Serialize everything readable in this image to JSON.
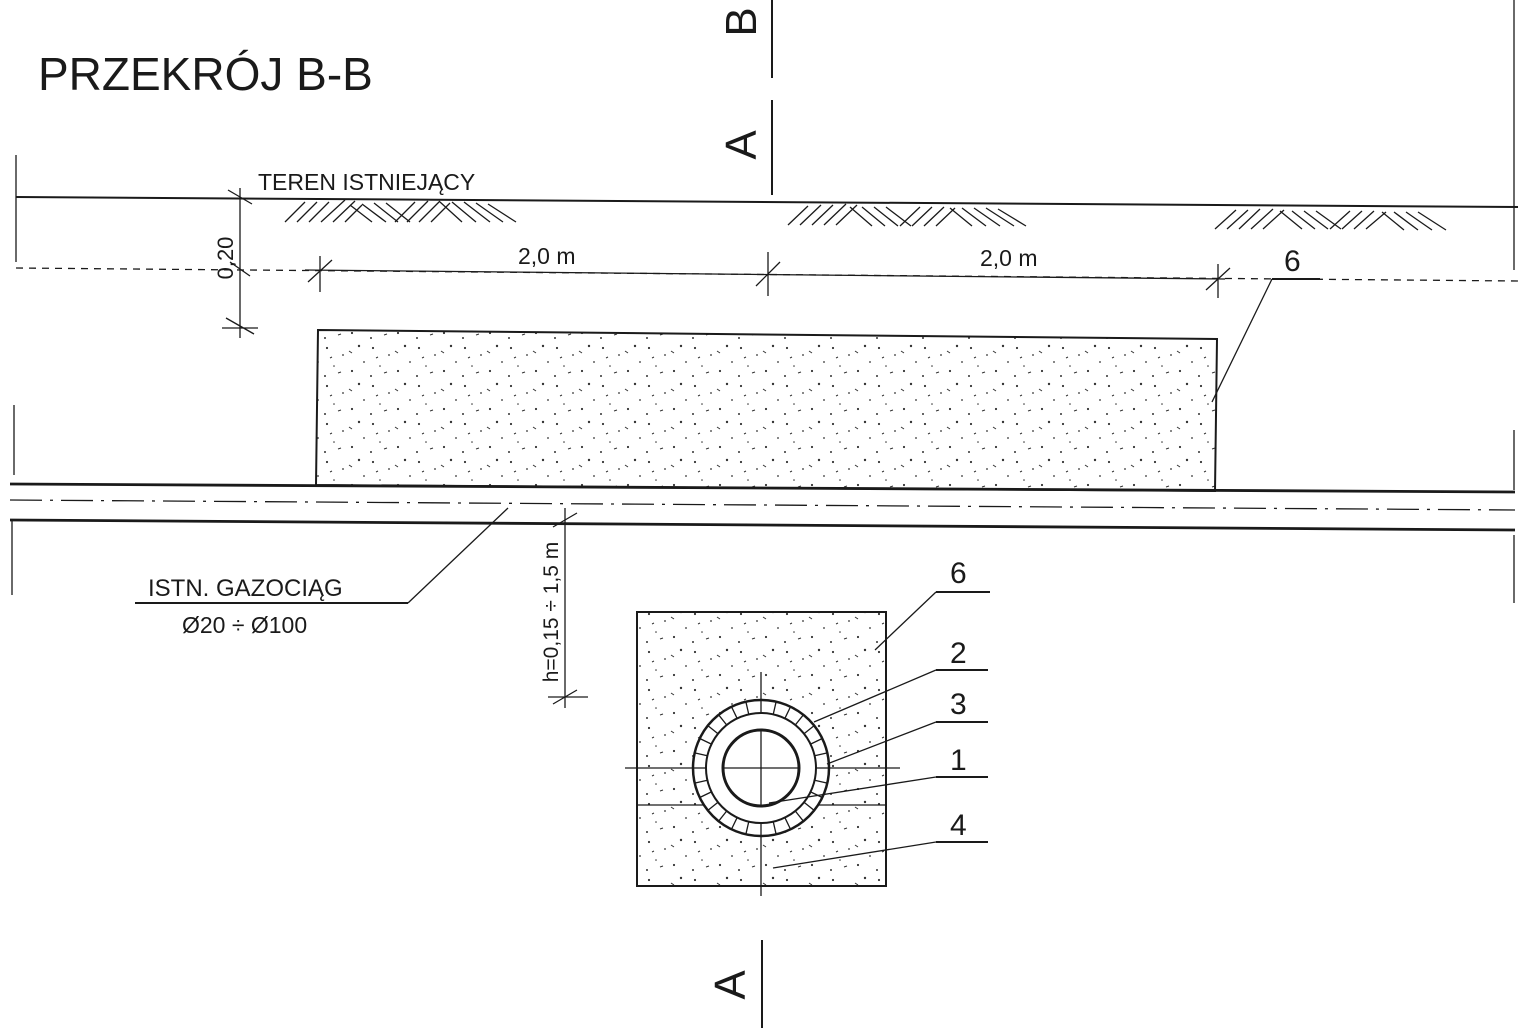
{
  "title": "PRZEKRÓJ B-B",
  "section_marks": {
    "top_b": "B",
    "top_a": "A",
    "bottom_a": "A"
  },
  "terrain_label": "TEREN  ISTNIEJĄCY",
  "dimensions": {
    "depth": "0,20",
    "span_left": "2,0 m",
    "span_right": "2,0 m",
    "cover": "h=0,15 ÷ 1,5 m"
  },
  "pipeline": {
    "name": "ISTN. GAZOCIĄG",
    "diameter": "Ø20 ÷ Ø100"
  },
  "callouts": {
    "slab": "6",
    "detail": [
      "6",
      "2",
      "3",
      "1",
      "4"
    ]
  }
}
